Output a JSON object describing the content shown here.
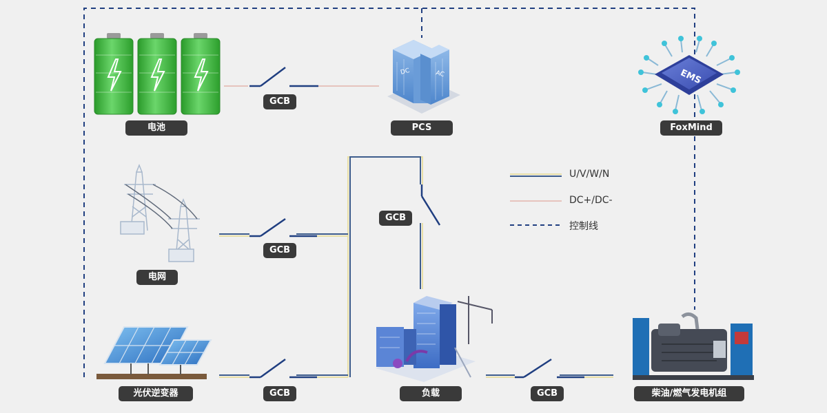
{
  "components": {
    "battery": "电池",
    "pcs": "PCS",
    "pcs_dc": "DC",
    "pcs_ac": "AC",
    "ems_controller": "FoxMind",
    "ems_chip": "EMS",
    "grid": "电网",
    "pv_inverter": "光伏逆变器",
    "load": "负载",
    "generator": "柴油/燃气发电机组"
  },
  "switches": {
    "battery_pcs": "GCB",
    "grid": "GCB",
    "load_feed": "GCB",
    "pv": "GCB",
    "generator": "GCB"
  },
  "legend": [
    {
      "label": "U/V/W/N",
      "style": "ac"
    },
    {
      "label": "DC+/DC-",
      "style": "dc"
    },
    {
      "label": "控制线",
      "style": "control"
    }
  ],
  "colors": {
    "ac_primary": "#3d5c8c",
    "ac_secondary": "#e8dfa6",
    "dc_line": "#e6c3bd",
    "control_line": "#1f3e80",
    "label_bg": "#3a3a3a",
    "battery_green": "#3dba3d",
    "solar_blue": "#4a8fd6",
    "generator_blue": "#1f6fb5"
  }
}
